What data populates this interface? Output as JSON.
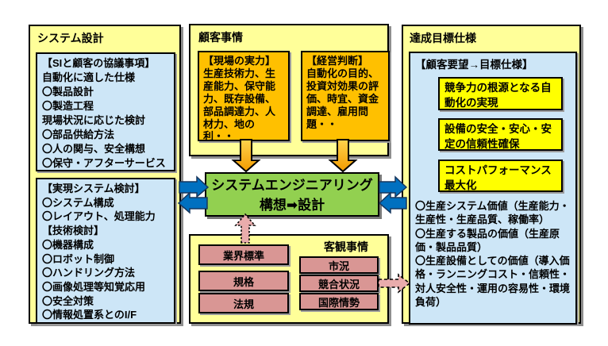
{
  "colors": {
    "panel_yellow": "#FFFF99",
    "inner_blue": "#CDE6F7",
    "orange_box": "#FFC000",
    "green_box": "#92D050",
    "blue_arrow": "#0070C0",
    "pink_box": "#D99694",
    "goal_yellow": "#FFFF00",
    "pink_arrow": "#E9ACAC"
  },
  "left_panel": {
    "title": "システム設計",
    "negotiation_box": {
      "lines": [
        "【SIと顧客の協議事項】",
        "自動化に適した仕様",
        "〇製品設計",
        "〇製造工程",
        "現場状況に応じた検討",
        "〇部品供給方法",
        "〇人の関与、安全構想",
        "〇保守・アフターサービス"
      ]
    },
    "study_box": {
      "lines": [
        "【実現システム検討】",
        "〇システム構成",
        "〇レイアウト、処理能力",
        "【技術検討】",
        "〇機器構成",
        "〇ロボット制御",
        "〇ハンドリング方法",
        "〇画像処理等知覚応用",
        "〇安全対策",
        "〇情報処置系とのI/F"
      ]
    }
  },
  "customer_panel": {
    "title": "顧客事情",
    "site_box": {
      "heading": "【現場の実力】",
      "body": "生産技術力、生産能力、保守能力、既存設備、部品調達力、人材力、地の利・・"
    },
    "management_box": {
      "heading": "【経営判断】",
      "body": "自動化の目的、投資対効果の評価、時宜、資金調達、雇用問題・・"
    }
  },
  "center_box": {
    "line1": "システムエンジニアリング",
    "line2": "構想➡設計"
  },
  "objective_panel": {
    "title": "客観事情",
    "standards_items": [
      "業界標準",
      "規格",
      "法規"
    ],
    "market_items": [
      "市況",
      "競合状況",
      "国際情勢"
    ]
  },
  "target_panel": {
    "title": "達成目標仕様",
    "subtitle": "【顧客要望→目標仕様】",
    "goals": [
      "競争力の根源となる自動化の実現",
      "設備の安全・安心・安定の信頼性確保",
      "コストパフォーマンス最大化"
    ],
    "values": [
      "〇生産システム価値（生産能力・生産性・生産品質、稼働率）",
      "〇生産する製品の価値（生産原価・製品品質）",
      "〇生産設備としての価値（導入価格・ランニングコスト・信頼性・対人安全性・運用の容易性・環境負荷）"
    ]
  }
}
